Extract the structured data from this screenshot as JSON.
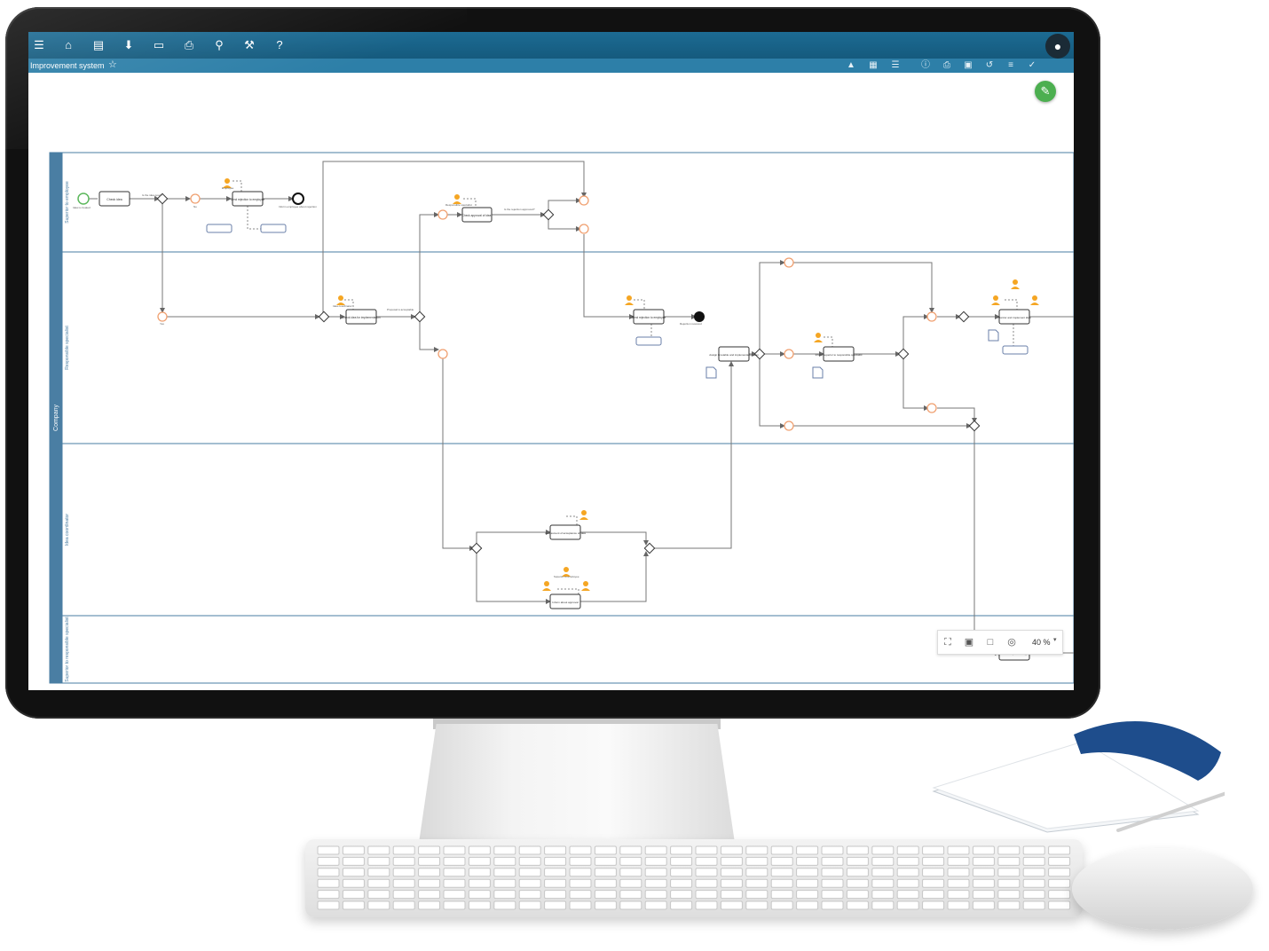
{
  "app": {
    "title": "Improvement system",
    "zoom": "40 %"
  },
  "toolbar": {
    "icons": [
      "menu-icon",
      "home-icon",
      "document-icon",
      "download-icon",
      "book-icon",
      "print-icon",
      "search-icon",
      "wrench-icon",
      "help-icon"
    ]
  },
  "subbar_icons": [
    "hierarchy-icon",
    "table-icon",
    "list-icon",
    "info-icon",
    "attachment-icon",
    "comments-icon",
    "history-icon",
    "filter-icon",
    "check-icon"
  ],
  "pool": {
    "label": "Company",
    "lanes": [
      "Superior to employee",
      "Responsible specialist",
      "Idea coordinator",
      "Superior to responsible specialist"
    ]
  },
  "diagram": {
    "tasks": [
      "Check idea",
      "Send rejection to employee",
      "Check approval of idea",
      "Check idea for implementation",
      "Send rejection to employee",
      "Assign timetable and implementation plan",
      "Inform superior to responsible specialist",
      "Monitor and implement idea",
      "Assessment of acceptance of idea",
      "Inform about approval",
      "Approval after previous approval"
    ],
    "events": [
      "Idea is created",
      "Inform employee about rejection",
      "Rejection received"
    ],
    "conditions": [
      "Is the idea good?",
      "No",
      "Yes",
      "Is the rejection approved?",
      "Proposal is acceptable"
    ],
    "roles": [
      "Employee",
      "Responsible specialist",
      "Idea coordinator",
      "Superior to employee"
    ]
  },
  "colors": {
    "topbar": "#1c6b93",
    "lane_border": "#4a7ea3",
    "accent_event": "#f0a070",
    "start_event": "#5cb85c",
    "role_icon": "#f5a623",
    "edit_button": "#4caf50"
  }
}
